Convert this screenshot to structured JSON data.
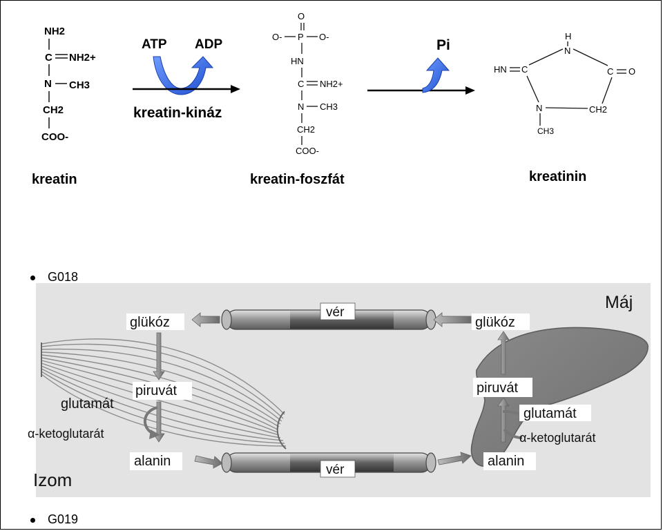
{
  "top": {
    "kreatin": {
      "name": "kreatin",
      "atoms": [
        "NH2",
        "C",
        "NH2+",
        "N",
        "CH3",
        "CH2",
        "COO-"
      ]
    },
    "reaction1": {
      "in": "ATP",
      "out": "ADP",
      "enzyme": "kreatin-kináz"
    },
    "kreatin_foszfat": {
      "name": "kreatin-foszfát",
      "atoms": [
        "O",
        "O-",
        "P",
        "O-",
        "HN",
        "C",
        "NH2+",
        "N",
        "CH3",
        "CH2",
        "COO-"
      ]
    },
    "reaction2": {
      "out": "Pi"
    },
    "kreatinin": {
      "name": "kreatinin",
      "atoms": [
        "H",
        "N",
        "HN",
        "C",
        "C",
        "O",
        "N",
        "CH2",
        "CH3"
      ]
    }
  },
  "bullets": {
    "g018": "G018",
    "g019": "G019"
  },
  "cycle": {
    "organ_liver": "Máj",
    "organ_muscle": "Izom",
    "blood_top": "vér",
    "blood_bottom": "vér",
    "muscle": {
      "glucose": "glükóz",
      "pyruvate": "piruvát",
      "glutamate": "glutamát",
      "ketoglutarate": "α-ketoglutarát",
      "alanine": "alanin"
    },
    "liver": {
      "glucose": "glükóz",
      "pyruvate": "piruvát",
      "glutamate": "glutamát",
      "ketoglutarate": "α-ketoglutarát",
      "alanine": "alanin"
    }
  }
}
